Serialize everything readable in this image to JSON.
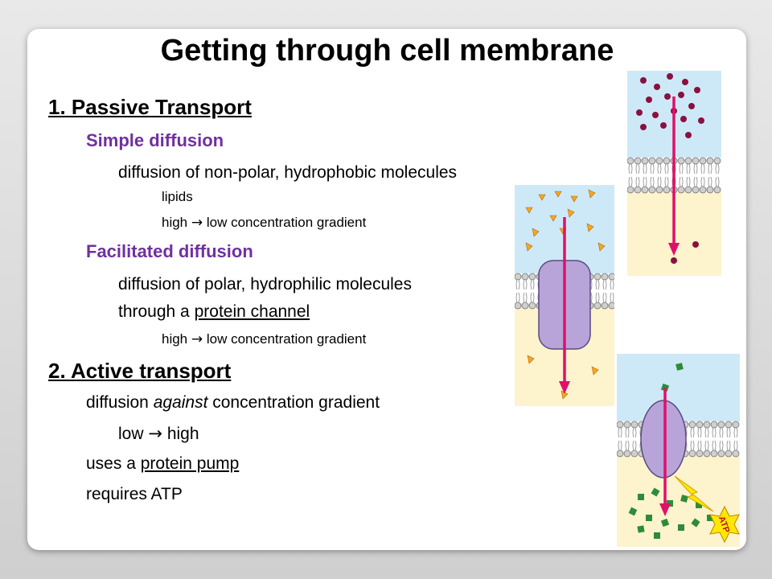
{
  "title": "Getting through cell membrane",
  "passive": {
    "heading": "1. Passive Transport",
    "simple": {
      "heading": "Simple diffusion",
      "desc": "diffusion of non-polar, hydrophobic molecules",
      "ex1": "lipids",
      "ex2_a": "high",
      "ex2_arrow": "→",
      "ex2_b": "low concentration gradient"
    },
    "facilitated": {
      "heading": "Facilitated diffusion",
      "desc": "diffusion of polar, hydrophilic molecules",
      "through_a": "through a",
      "through_b": "protein channel",
      "ex_a": "high",
      "ex_arrow": "→",
      "ex_b": "low concentration gradient"
    }
  },
  "active": {
    "heading": "2. Active transport",
    "desc_a": "diffusion",
    "desc_b": "against",
    "desc_c": "concentration gradient",
    "lh_a": "low",
    "lh_arrow": "→",
    "lh_b": "high",
    "uses_a": "uses a",
    "uses_b": "protein pump",
    "atp_line": "requires ATP",
    "atp_label": "ATP"
  },
  "colors": {
    "purple": "#7030a0",
    "arrow": "#e0106a",
    "outside": "#cde9f8",
    "inside": "#fdf3cc",
    "dot": "#8a1040",
    "triangle": "#f5a623",
    "square": "#2e8b3a",
    "protein": "#b8a4d8"
  }
}
